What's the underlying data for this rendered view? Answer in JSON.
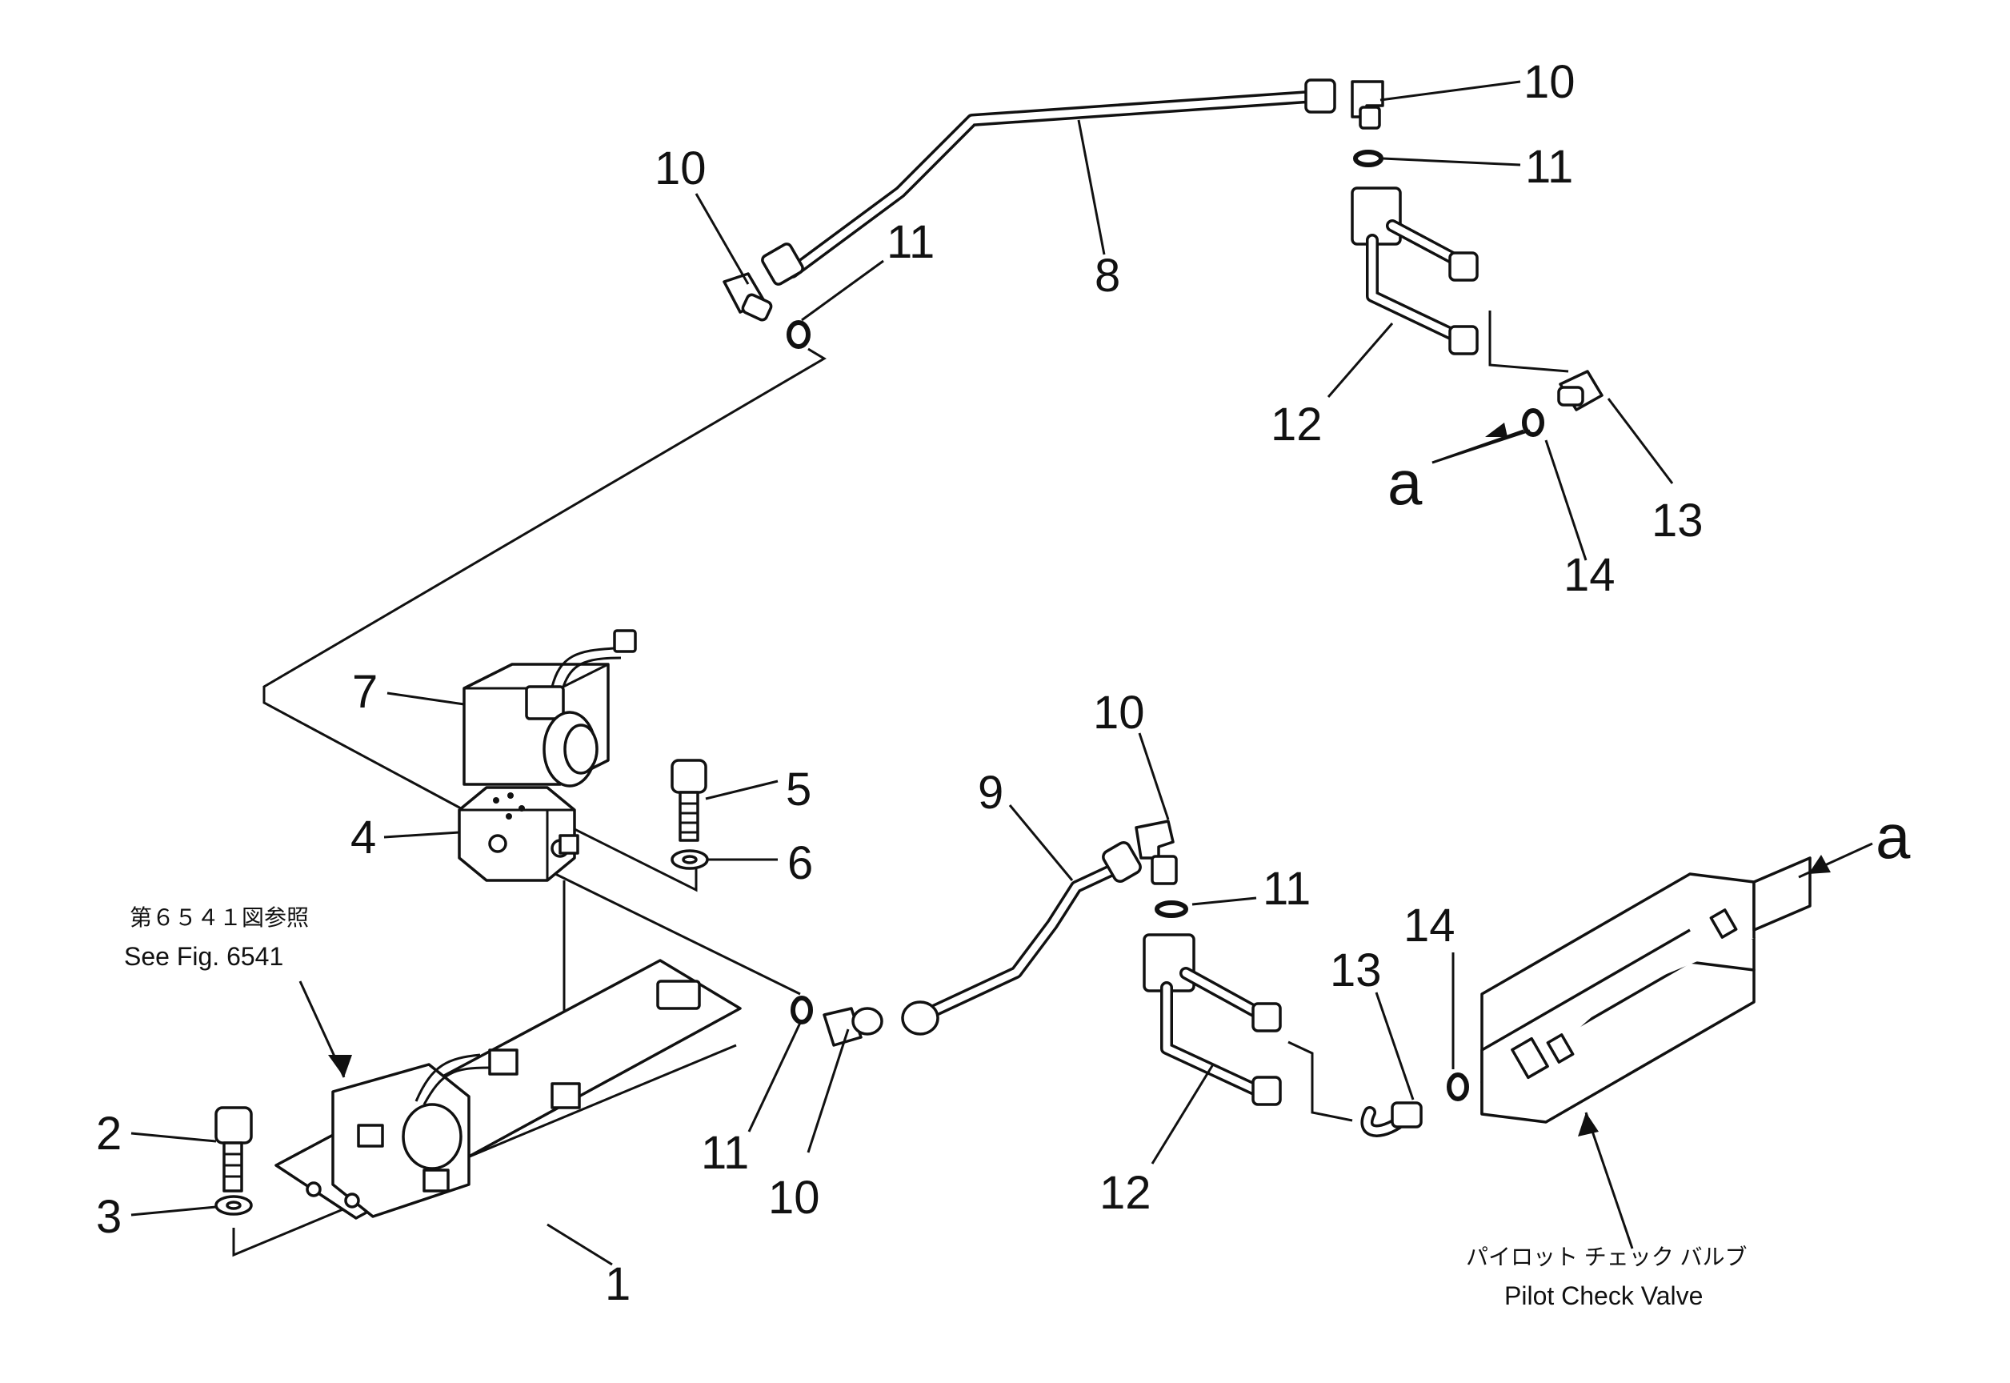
{
  "labels": {
    "p1": "1",
    "p2": "2",
    "p3": "3",
    "p4": "4",
    "p5": "5",
    "p6": "6",
    "p7": "7",
    "p8": "8",
    "p9": "9",
    "p10_top_left": "10",
    "p10_top_right": "10",
    "p10_mid": "10",
    "p10_bottom": "10",
    "p11_top_left": "11",
    "p11_top_right": "11",
    "p11_mid": "11",
    "p11_bottom": "11",
    "p12_top": "12",
    "p12_bottom": "12",
    "p13_top": "13",
    "p13_bottom": "13",
    "p14_top": "14",
    "p14_bottom": "14",
    "a_top": "a",
    "a_bottom": "a"
  },
  "notes": {
    "see_fig_jp": "第６５４１図参照",
    "see_fig_en": "See Fig. 6541",
    "valve_jp": "パイロット チェック バルブ",
    "valve_en": "Pilot Check Valve"
  }
}
